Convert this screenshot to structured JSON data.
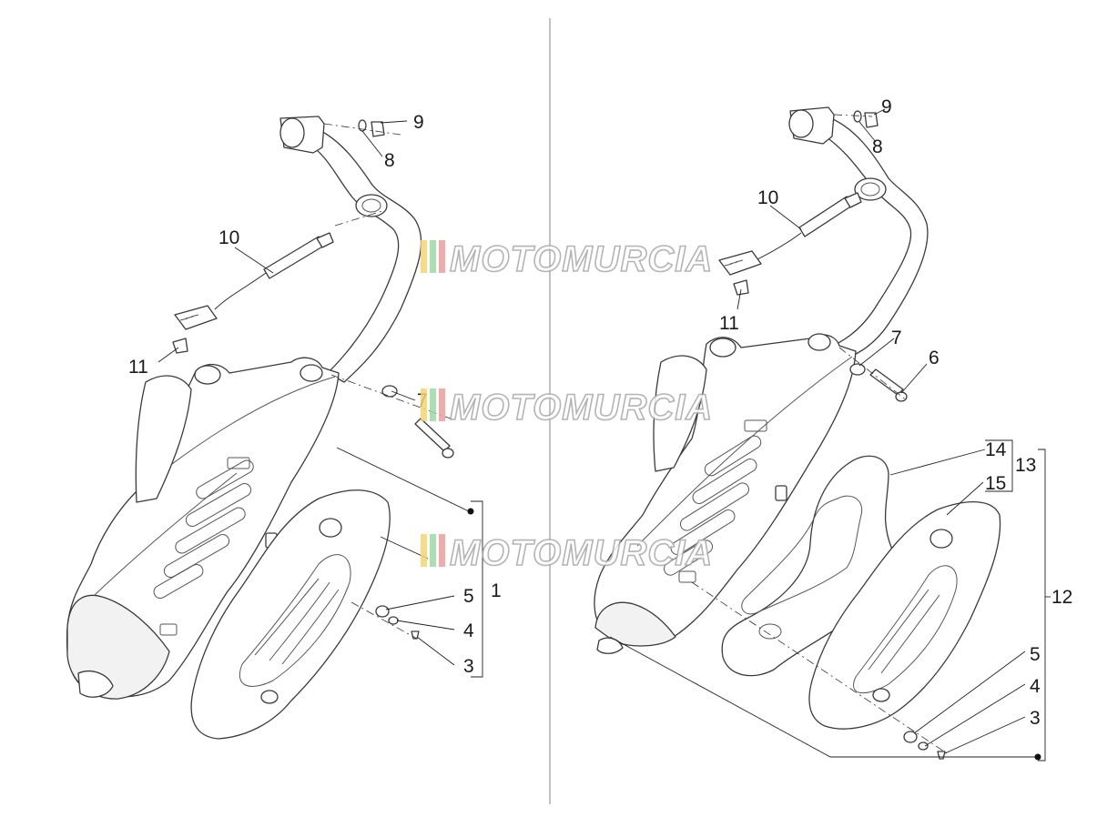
{
  "watermark": {
    "text": "MOTOMURCIA",
    "colors": [
      "#f3d27a",
      "#9fd6a8",
      "#e8a0a0"
    ]
  },
  "left_view": {
    "callouts": [
      "1",
      "3",
      "4",
      "5",
      "7",
      "8",
      "9",
      "10",
      "11"
    ]
  },
  "right_view": {
    "callouts": [
      "3",
      "4",
      "5",
      "6",
      "7",
      "8",
      "9",
      "10",
      "11",
      "12",
      "13",
      "14",
      "15"
    ]
  },
  "colors": {
    "line": "#3a3a3a",
    "divider": "#9a9a9a",
    "background": "#ffffff"
  }
}
